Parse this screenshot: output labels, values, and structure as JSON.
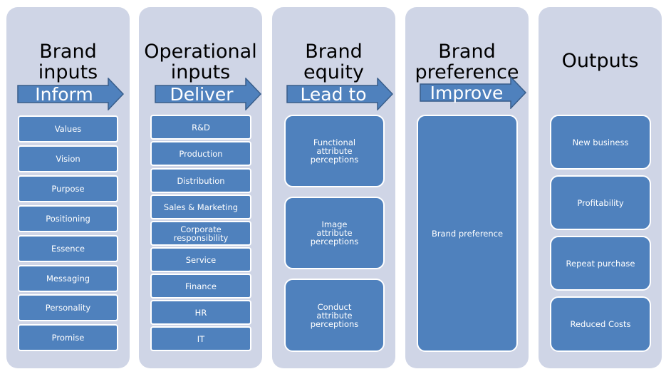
{
  "columns": [
    {
      "heading": [
        "Brand",
        "inputs"
      ],
      "arrow_label": "Inform",
      "items": [
        "Values",
        "Vision",
        "Purpose",
        "Positioning",
        "Essence",
        "Messaging",
        "Personality",
        "Promise"
      ]
    },
    {
      "heading": [
        "Operational",
        "inputs"
      ],
      "arrow_label": "Deliver",
      "items": [
        "R&D",
        "Production",
        "Distribution",
        "Sales & Marketing",
        "Corporate responsibility",
        "Service",
        "Finance",
        "HR",
        "IT"
      ]
    },
    {
      "heading": [
        "Brand",
        "equity"
      ],
      "arrow_label": "Lead to",
      "items": [
        "Functional attribute perceptions",
        "Image attribute perceptions",
        "Conduct attribute perceptions"
      ]
    },
    {
      "heading": [
        "Brand",
        "preference"
      ],
      "arrow_label": "Improve",
      "items": [
        "Brand preference"
      ]
    },
    {
      "heading": [
        "Outputs"
      ],
      "items": [
        "New business",
        "Profitability",
        "Repeat purchase",
        "Reduced Costs"
      ]
    }
  ],
  "colors": {
    "panel": "#cfd5e6",
    "box": "#4f81bd",
    "arrow_fill": "#4f81bd",
    "arrow_stroke": "#385d8a"
  }
}
